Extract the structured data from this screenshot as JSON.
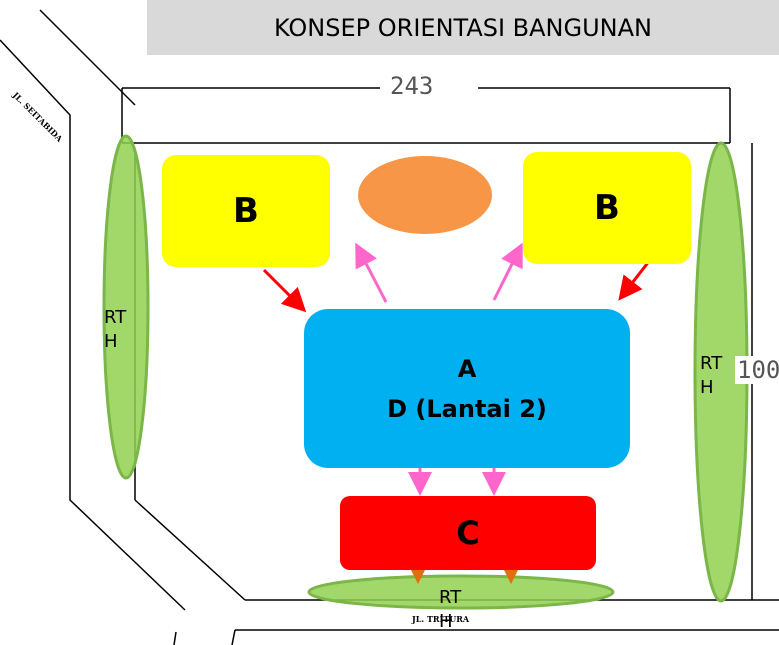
{
  "title": "KONSEP ORIENTASI BANGUNAN",
  "dimensions": {
    "top": "243",
    "right": "100"
  },
  "roads": {
    "left": "JL. SEITABIDA",
    "bottom": "JL. TRITURA"
  },
  "zones": {
    "b_left": "B",
    "b_right": "B",
    "a_line1": "A",
    "a_line2": "D (Lantai 2)",
    "c": "C",
    "rth_left": "RTH",
    "rth_right": "RTH",
    "rth_bottom": "RTH"
  },
  "colors": {
    "zone_b": "#ffff00",
    "zone_a": "#00b0f0",
    "zone_c": "#ff0000",
    "oval": "#f79646",
    "rth": "#92d050",
    "arrow_red": "#ff0000",
    "arrow_pink": "#ff66cc",
    "arrow_orange": "#e46c0a"
  }
}
